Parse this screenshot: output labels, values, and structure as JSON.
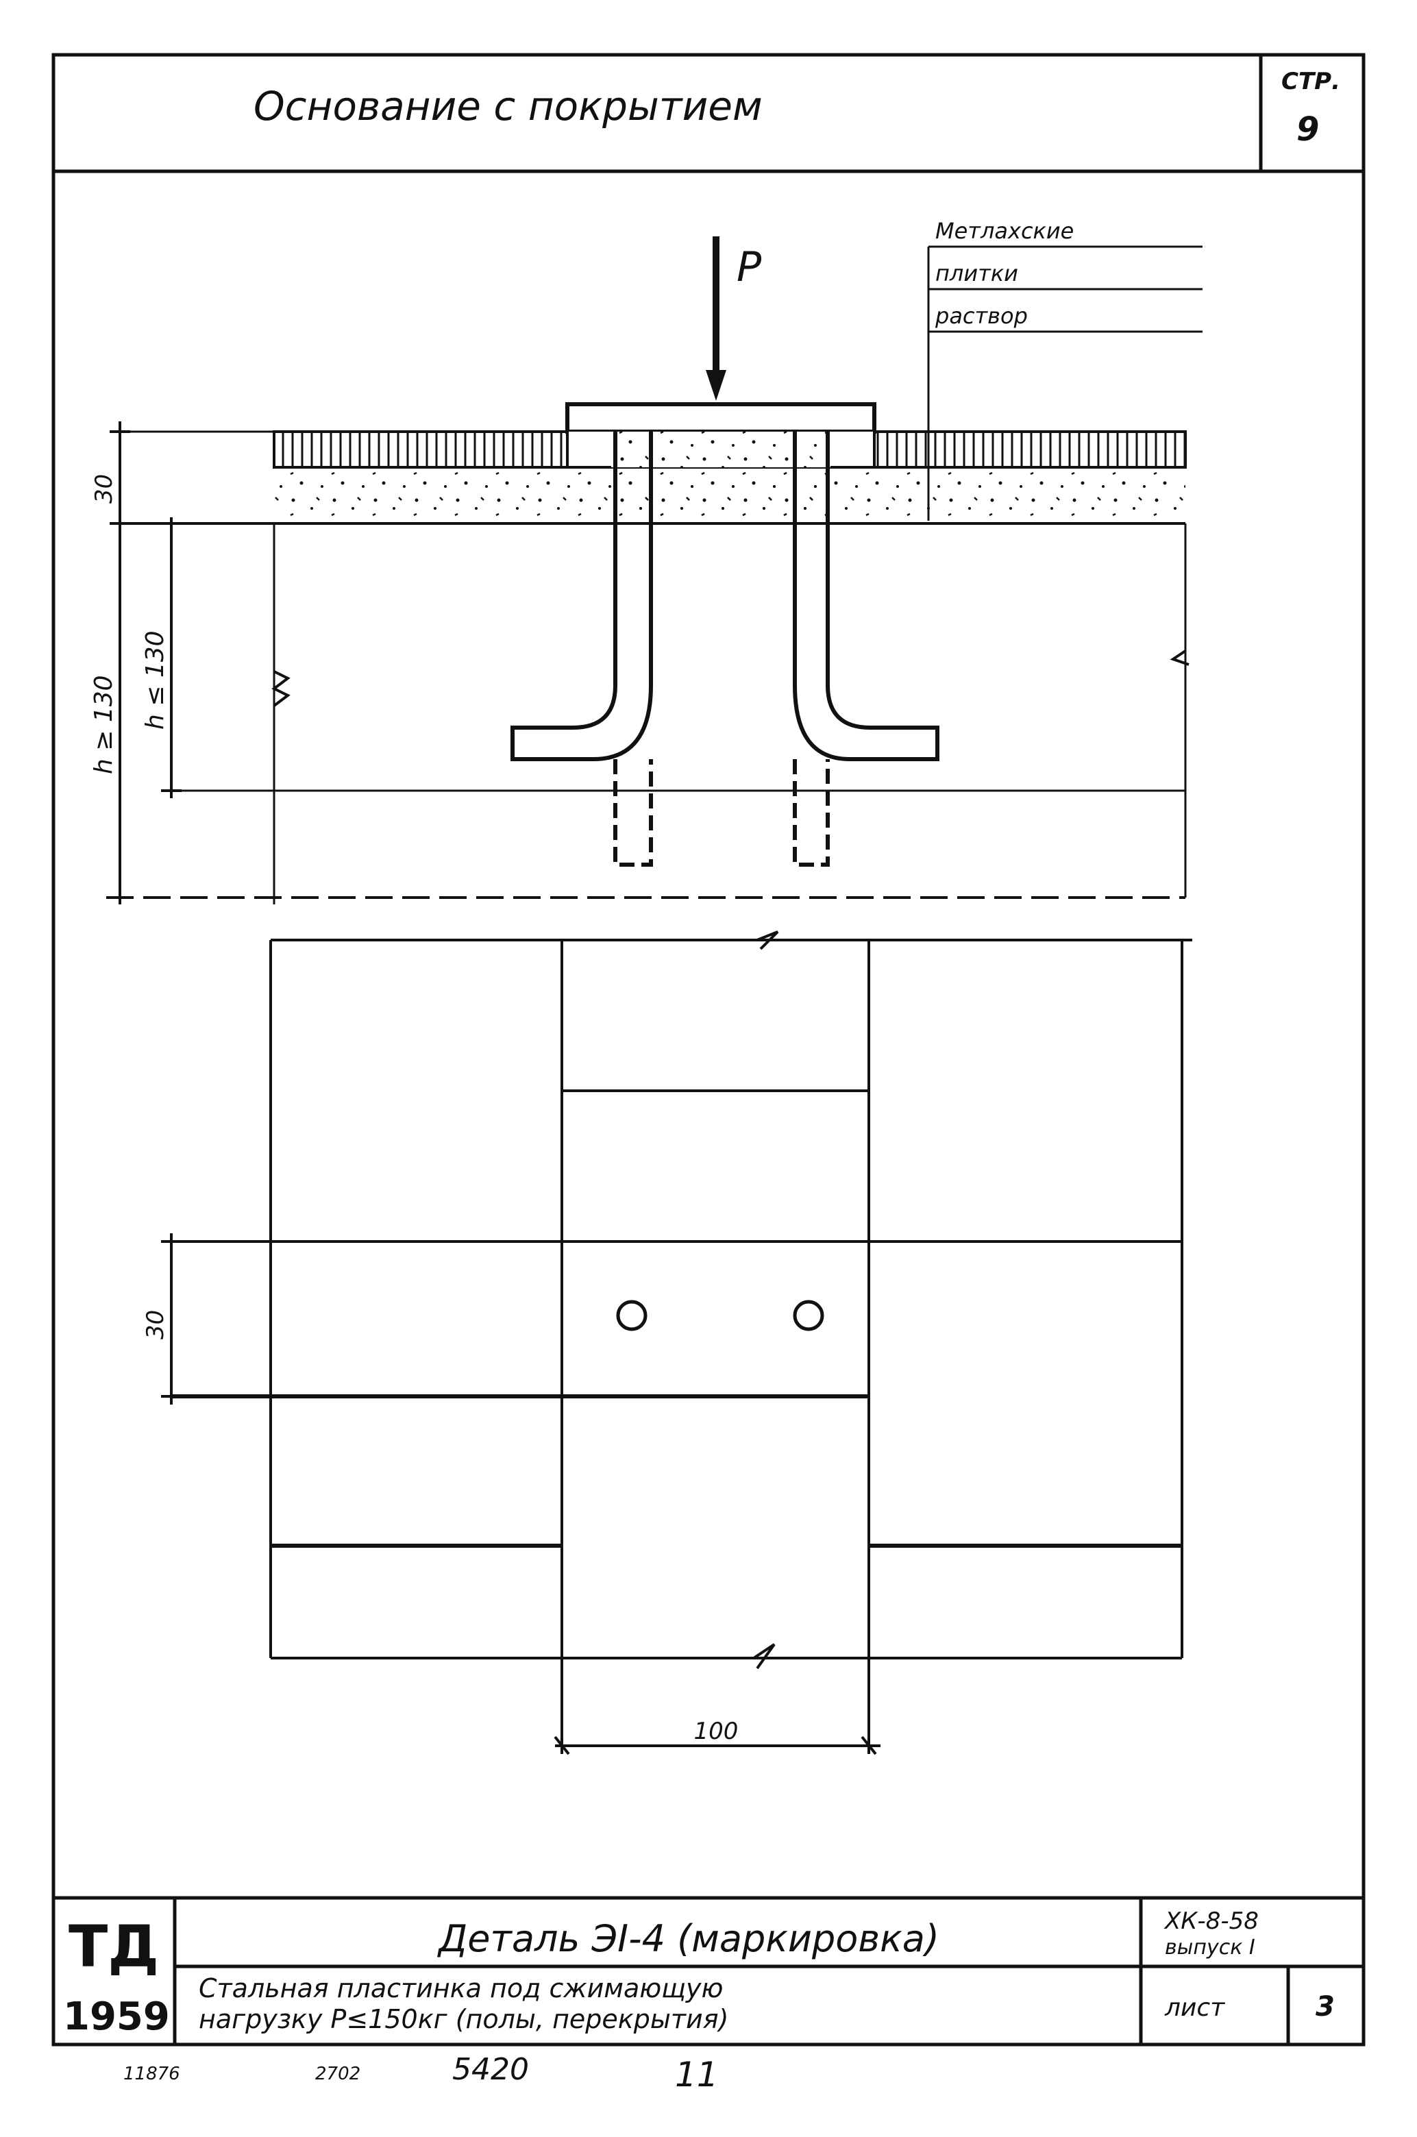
{
  "sheet": {
    "title": "Основание с покрытием",
    "page_label": "СТР.",
    "page_number": "9"
  },
  "callout": {
    "load": "P",
    "labels": [
      "Метлахские",
      "плитки",
      "раствор"
    ]
  },
  "dimensions": {
    "layer_thickness": "30",
    "slab_h": "h ≥ 130",
    "anchor_h": "h ≤ 130",
    "plan_width": "30",
    "plate_width": "100"
  },
  "title_block": {
    "org": "ТД",
    "year": "1959",
    "detail_title": "Деталь ЭI-4 (маркировка)",
    "description_line1": "Стальная пластинка под сжимающую",
    "description_line2": "нагрузку P≤150кг (полы, перекрытия)",
    "series": "ХК-8-58",
    "issue": "выпуск I",
    "sheet_label": "лист",
    "sheet_number": "3"
  },
  "footer": {
    "code1": "11876",
    "code2": "2702",
    "code3": "5420",
    "code4": "11"
  },
  "colors": {
    "ink": "#111111",
    "paper": "#ffffff"
  }
}
